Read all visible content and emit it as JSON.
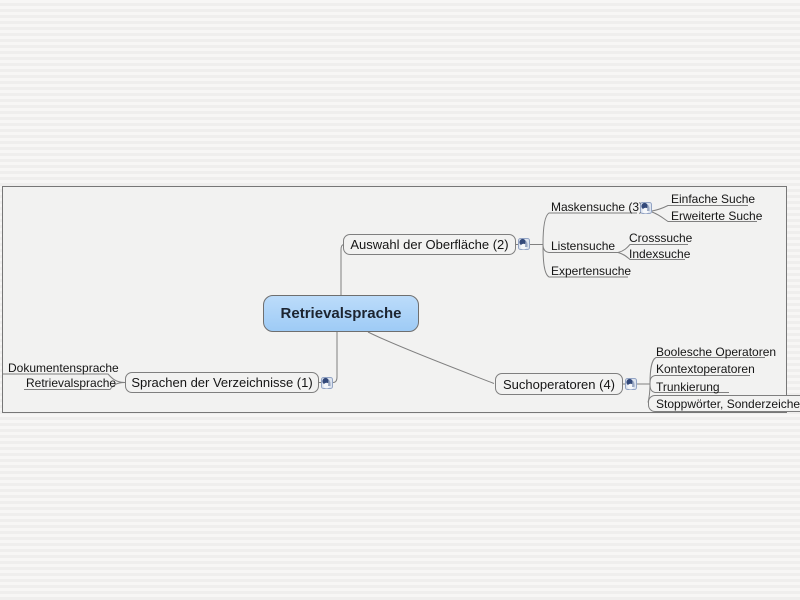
{
  "map": {
    "root": {
      "label": "Retrievalsprache"
    },
    "branches": [
      {
        "label": "Auswahl der Oberfläche (2)",
        "children": [
          {
            "label": "Maskensuche (3)",
            "children": [
              {
                "label": "Einfache Suche"
              },
              {
                "label": "Erweiterte Suche"
              }
            ]
          },
          {
            "label": "Listensuche",
            "children": [
              {
                "label": "Crosssuche"
              },
              {
                "label": "Indexsuche"
              }
            ]
          },
          {
            "label": "Expertensuche"
          }
        ]
      },
      {
        "label": "Sprachen der Verzeichnisse (1)",
        "children": [
          {
            "label": "Dokumentensprache"
          },
          {
            "label": "Retrievalsprache"
          }
        ]
      },
      {
        "label": "Suchoperatoren (4)",
        "children": [
          {
            "label": "Boolesche Operatoren"
          },
          {
            "label": "Kontextoperatoren"
          },
          {
            "label": "Trunkierung"
          },
          {
            "label": "Stoppwörter, Sonderzeichen"
          }
        ]
      }
    ],
    "icons": {
      "node_icon": "penguin"
    },
    "colors": {
      "root_fill": "#a8d3f8",
      "root_border": "#6f6f6f",
      "bubble_border": "#7f7f7f",
      "edge": "#808080",
      "text": "#151515",
      "frame_border": "#777777",
      "background": "#f2f1f0"
    }
  }
}
